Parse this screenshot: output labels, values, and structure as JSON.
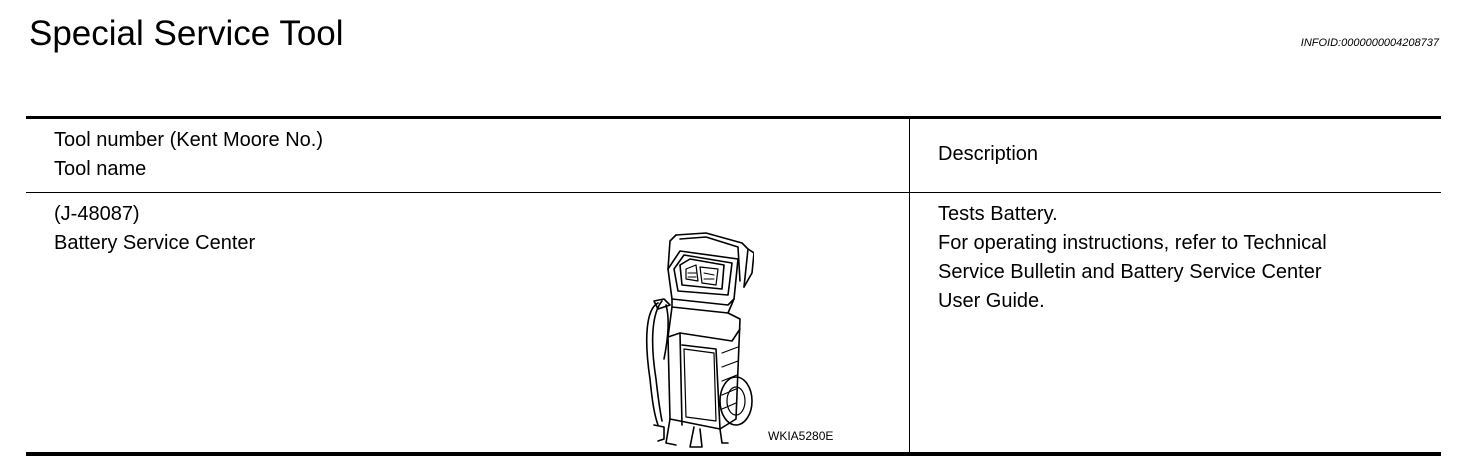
{
  "page": {
    "title": "Special Service Tool",
    "info_id": "INFOID:0000000004208737"
  },
  "table": {
    "header": {
      "tool_number_label": "Tool number (Kent Moore No.)",
      "tool_name_label": "Tool name",
      "description_label": "Description"
    },
    "rows": [
      {
        "tool_number": "(J-48087)",
        "tool_name": "Battery Service Center",
        "figure_code": "WKIA5280E",
        "figure_icon": "battery-service-center-illustration",
        "description_lines": [
          "Tests Battery.",
          "For operating instructions, refer to Technical",
          "Service Bulletin and Battery Service Center",
          "User Guide."
        ]
      }
    ]
  }
}
